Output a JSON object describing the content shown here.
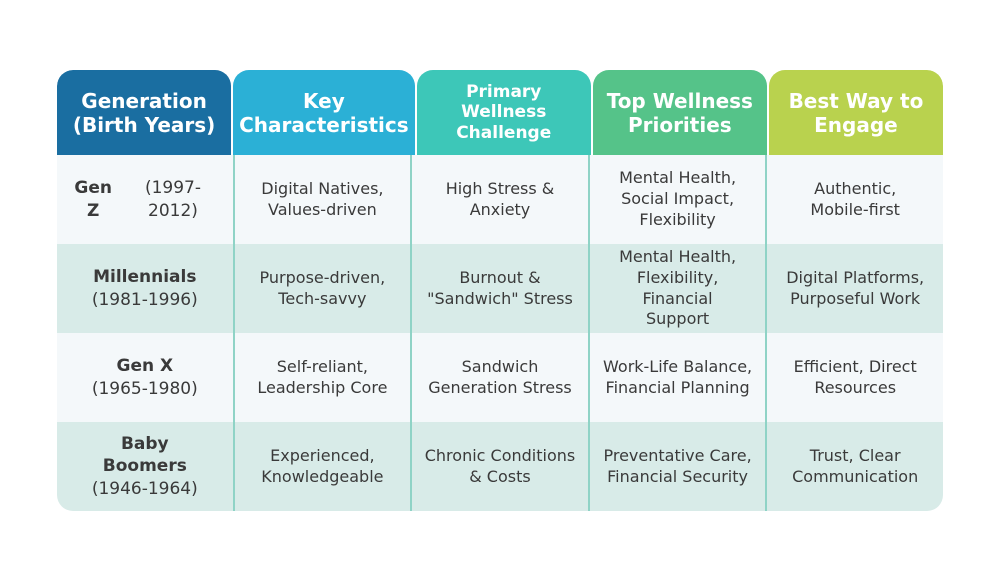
{
  "headers": [
    "Generation\n(Birth Years)",
    "Key\nCharacteristics",
    "Primary Wellness\nChallenge",
    "Top Wellness\nPriorities",
    "Best Way to\nEngage"
  ],
  "rows": [
    {
      "name": "Gen Z",
      "years": "(1997-2012)",
      "characteristics": "Digital Natives,\nValues-driven",
      "challenge": "High Stress &\nAnxiety",
      "priorities": "Mental Health,\nSocial Impact,\nFlexibility",
      "engage": "Authentic,\nMobile-first"
    },
    {
      "name": "Millennials",
      "years": "(1981-1996)",
      "characteristics": "Purpose-driven,\nTech-savvy",
      "challenge": "Burnout &\n\"Sandwich\" Stress",
      "priorities": "Mental Health,\nFlexibility, Financial\nSupport",
      "engage": "Digital Platforms,\nPurposeful Work"
    },
    {
      "name": "Gen X",
      "years": "(1965-1980)",
      "characteristics": "Self-reliant,\nLeadership Core",
      "challenge": "Sandwich\nGeneration Stress",
      "priorities": "Work-Life Balance,\nFinancial Planning",
      "engage": "Efficient, Direct\nResources"
    },
    {
      "name": "Baby\nBoomers",
      "years": "(1946-1964)",
      "characteristics": "Experienced,\nKnowledgeable",
      "challenge": "Chronic Conditions\n& Costs",
      "priorities": "Preventative Care,\nFinancial Security",
      "engage": "Trust, Clear\nCommunication"
    }
  ],
  "colors": {
    "header_generation": "#1a6ea1",
    "header_characteristics": "#2bb0d6",
    "header_challenge": "#3dc7b8",
    "header_priorities": "#55c389",
    "header_engage": "#b9d24e",
    "row_alt": "#d8ebe8",
    "row_plain": "#f4f8fa",
    "divider": "#8fd3c6"
  }
}
